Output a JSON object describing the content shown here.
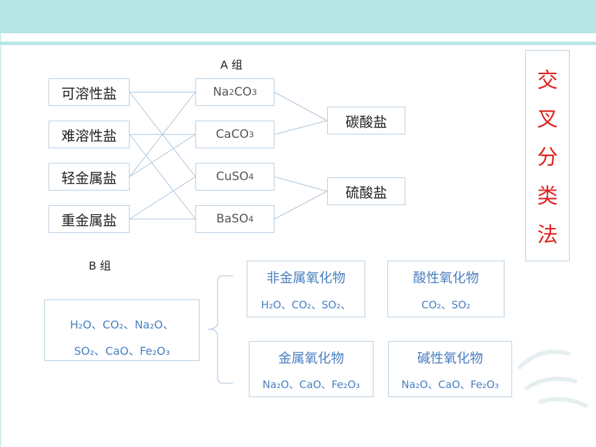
{
  "groupA": {
    "label": "A 组",
    "left": [
      "可溶性盐",
      "难溶性盐",
      "轻金属盐",
      "重金属盐"
    ],
    "middle": [
      {
        "main": "Na",
        "sub1": "2",
        "mid": "CO",
        "sub2": "3"
      },
      {
        "main": "CaCO",
        "sub1": "3",
        "mid": "",
        "sub2": ""
      },
      {
        "main": "CuSO",
        "sub1": "4",
        "mid": "",
        "sub2": ""
      },
      {
        "main": "BaSO",
        "sub1": "4",
        "mid": "",
        "sub2": ""
      }
    ],
    "right": [
      "碳酸盐",
      "硫酸盐"
    ]
  },
  "groupB": {
    "label": "B 组",
    "source_line1": "H₂O、CO₂、Na₂O、",
    "source_line2": "SO₂、CaO、Fe₂O₃",
    "panels": [
      {
        "title": "非金属氧化物",
        "body": "H₂O、CO₂、SO₂、"
      },
      {
        "title": "酸性氧化物",
        "body": "CO₂、SO₂"
      },
      {
        "title": "金属氧化物",
        "body": "Na₂O、CaO、Fe₂O₃"
      },
      {
        "title": "碱性氧化物",
        "body": "Na₂O、CaO、Fe₂O₃"
      }
    ]
  },
  "side_title": [
    "交",
    "叉",
    "分",
    "类",
    "法"
  ],
  "colors": {
    "accent_bar": "#b8e6e4",
    "border": "#b9cfe0",
    "blue_text": "#4a7fc0",
    "red_text": "#e02020"
  }
}
